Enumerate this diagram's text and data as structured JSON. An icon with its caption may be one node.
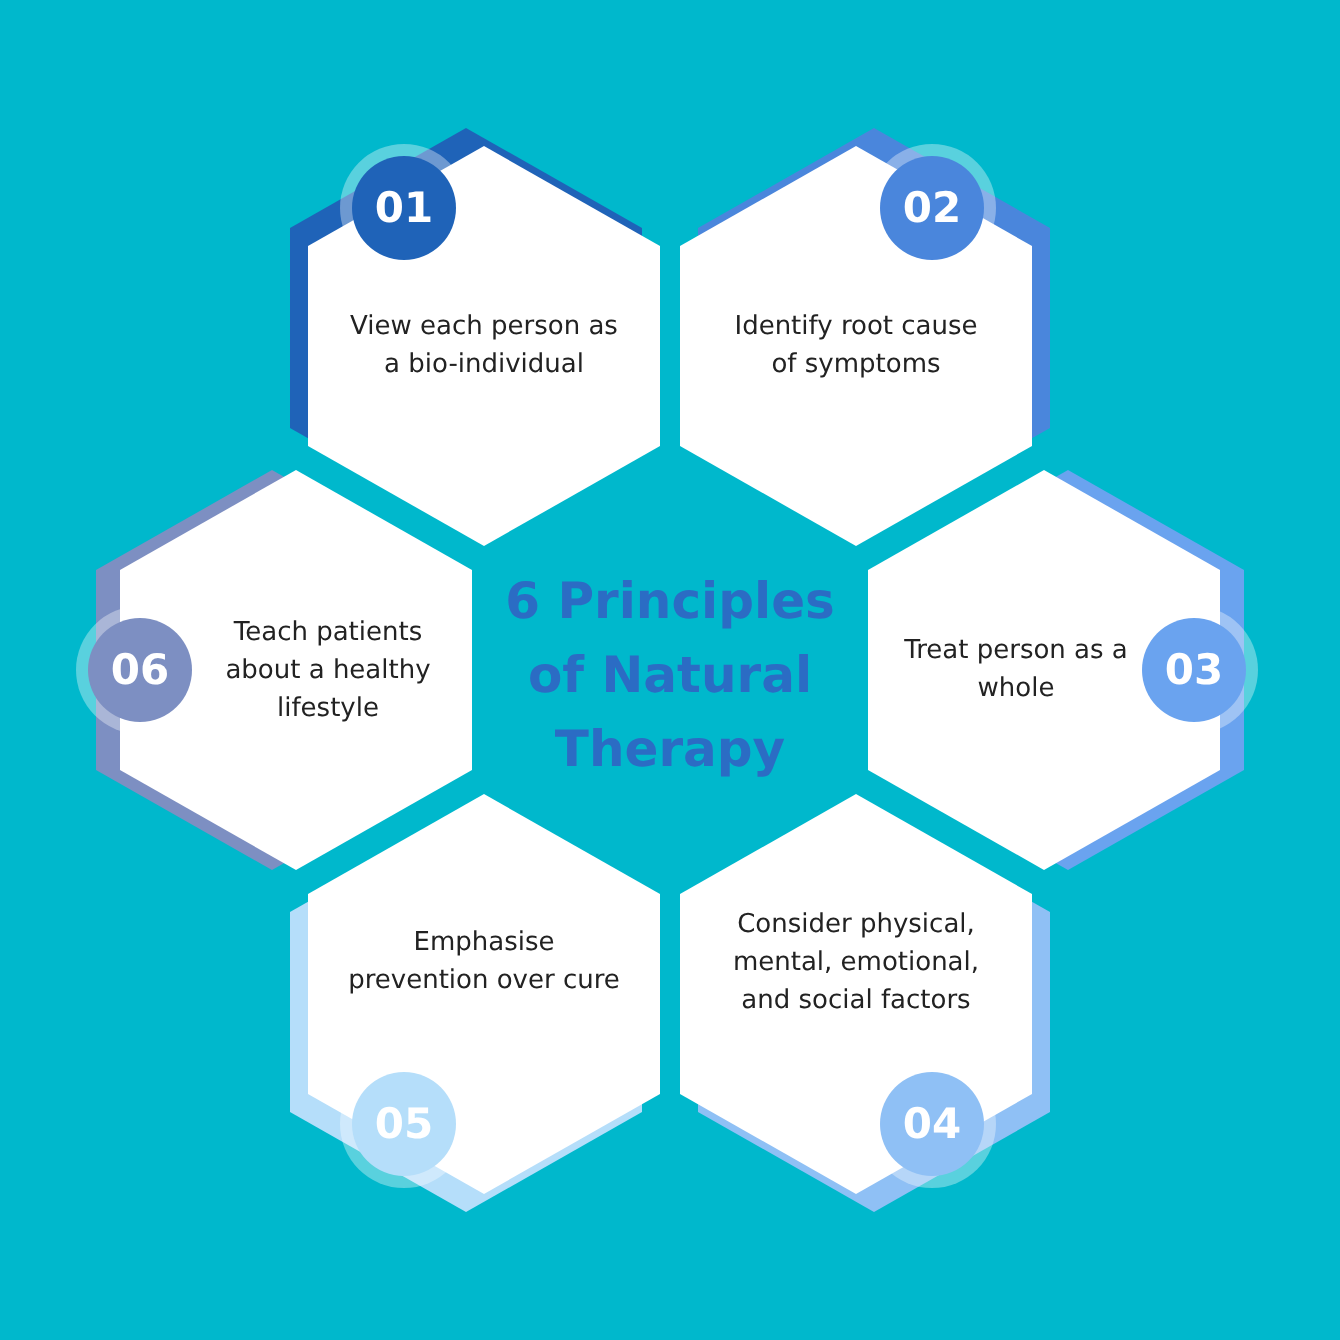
{
  "diagram": {
    "title": "6 Principles of Natural Therapy",
    "nodes": [
      {
        "text": [
          "01",
          "View each person as a bio-individual"
        ]
      },
      {
        "text": [
          "02",
          "Identify root cause of symptoms"
        ]
      },
      {
        "text": [
          "Treat person as a whole",
          "03"
        ]
      },
      {
        "text": [
          "Consider physical, mental, emotional, and social factors",
          "04"
        ]
      },
      {
        "text": [
          "Emphasise prevention over cure",
          "05"
        ]
      },
      {
        "text": [
          "06",
          "Teach patients about a healthy lifestyle"
        ]
      }
    ],
    "edges": []
  }
}
